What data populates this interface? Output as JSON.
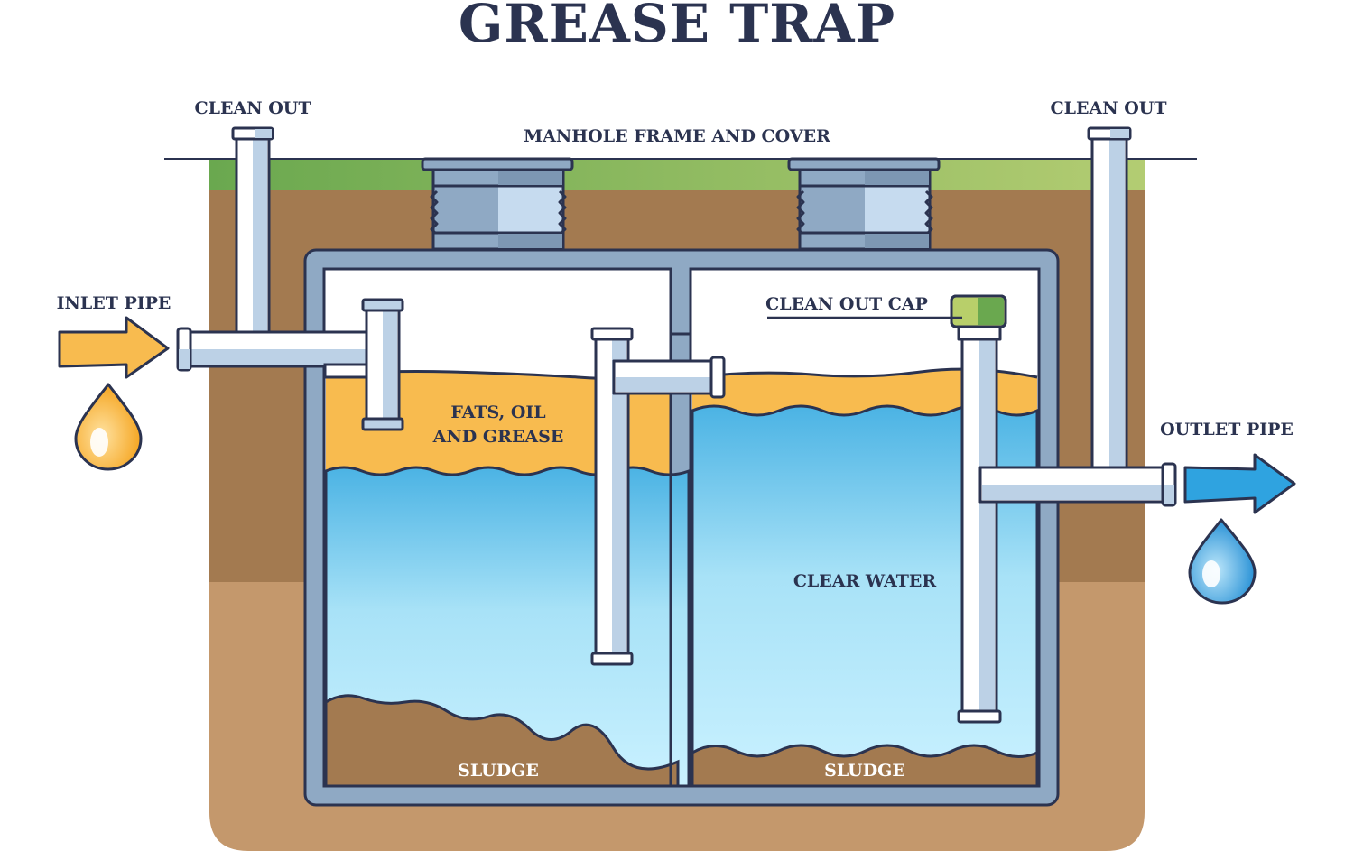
{
  "title": "GREASE TRAP",
  "labels": {
    "clean_out_left": "CLEAN OUT",
    "clean_out_right": "CLEAN OUT",
    "manhole": "MANHOLE FRAME AND COVER",
    "inlet_pipe": "INLET PIPE",
    "outlet_pipe": "OUTLET PIPE",
    "clean_out_cap": "CLEAN OUT CAP",
    "fats_line1": "FATS, OIL",
    "fats_line2": "AND GREASE",
    "clear_water": "CLEAR WATER",
    "sludge_left": "SLUDGE",
    "sludge_right": "SLUDGE"
  },
  "colors": {
    "ink": "#2b3350",
    "grass_dark": "#6aa84f",
    "grass_light": "#a9c86a",
    "soil_dark": "#a37a50",
    "soil_light": "#c4986c",
    "tank_wall": "#8fa9c4",
    "pipe_light": "#ffffff",
    "pipe_shade": "#bcd1e6",
    "grease": "#f8bb4f",
    "water_top": "#4bb3e4",
    "water_bottom": "#c9f1ff",
    "sludge": "#a37a50",
    "cap_light": "#b8cf6a",
    "cap_dark": "#6aa84f",
    "inlet_arrow": "#f8bb4f",
    "outlet_arrow": "#2fa3e0"
  }
}
